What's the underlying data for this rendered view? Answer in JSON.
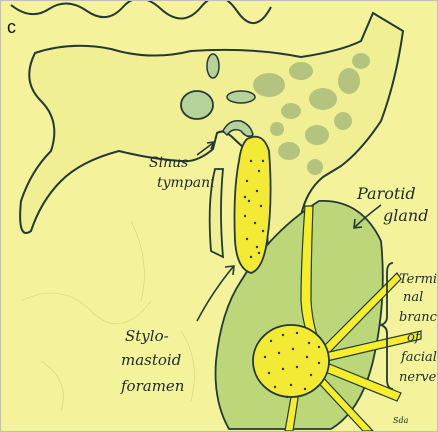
{
  "panel_label": "c",
  "labels": {
    "sinus": [
      "Sinus",
      "tympani"
    ],
    "parotid": [
      "Parotid",
      "gland"
    ],
    "terminal": [
      "Termi",
      "nal",
      "branch",
      "of",
      "facial",
      "nerve"
    ],
    "stylo": [
      "Stylo-",
      "mastoid",
      "foramen"
    ],
    "signature": "Sda"
  },
  "colors": {
    "paper": "#f4f39c",
    "gland": "#bcd77a",
    "nerve": "#f6ee2a",
    "outline": "#233a34",
    "mastoid_cells": "#aabd7c",
    "ink": "#1d2a2a"
  }
}
